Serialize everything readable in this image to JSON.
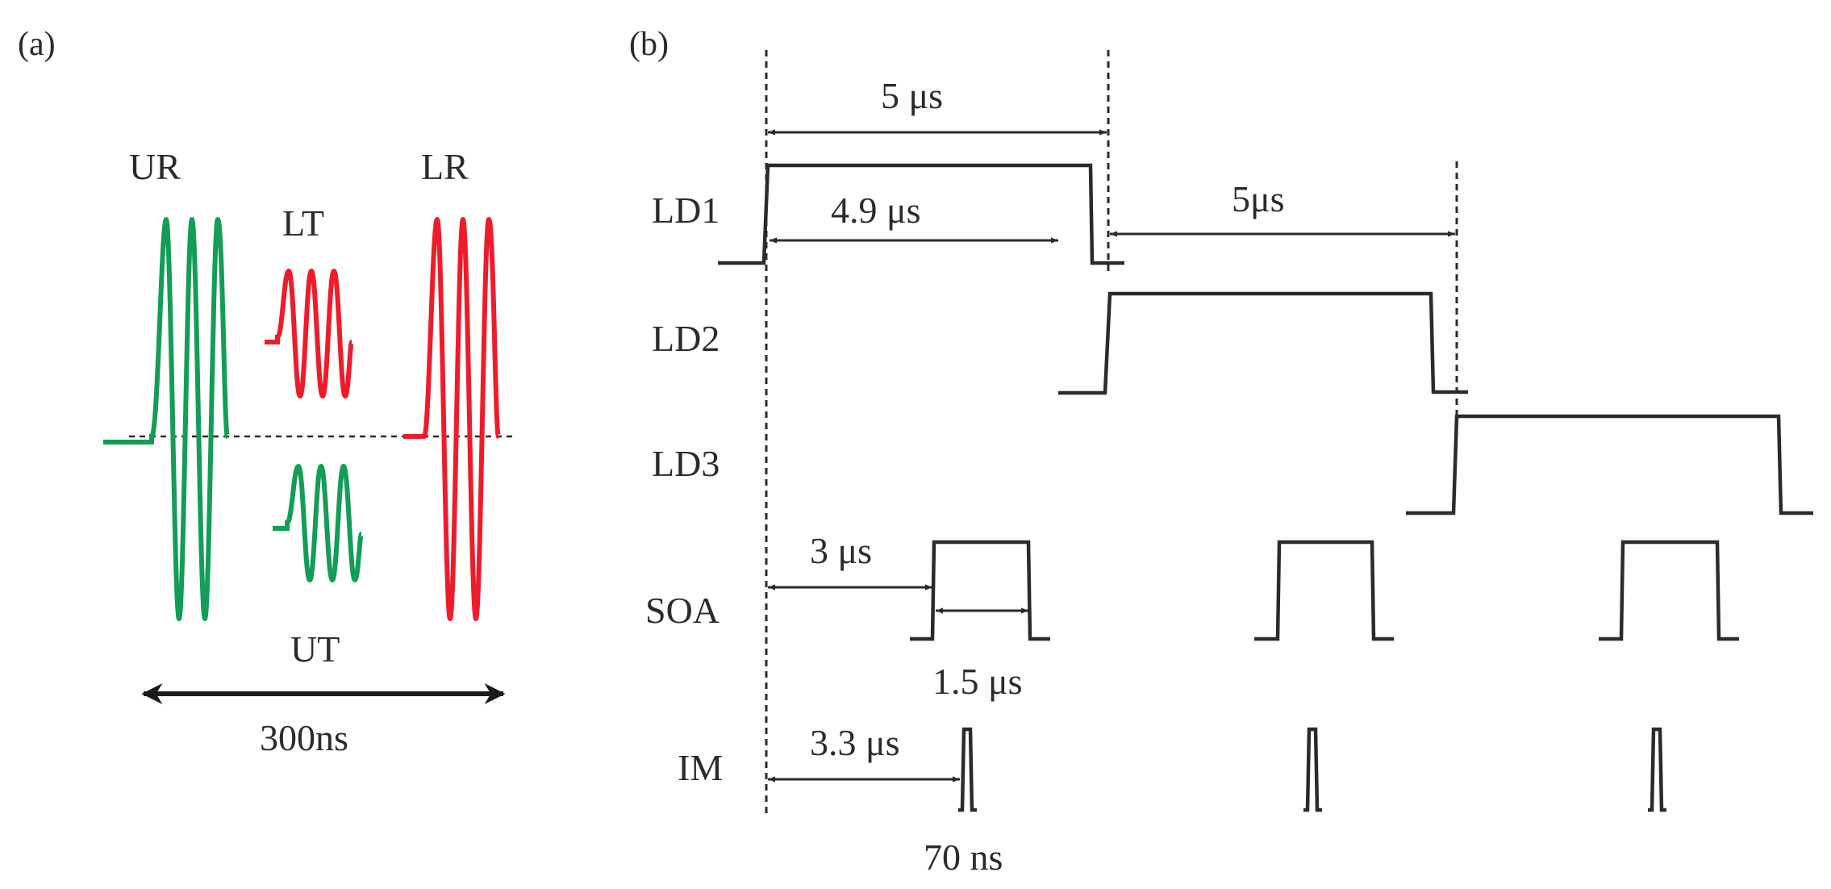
{
  "panel_a": {
    "label": "(a)",
    "pulses": {
      "ur": "UR",
      "lt": "LT",
      "lr": "LR",
      "ut": "UT"
    },
    "duration": "300ns",
    "colors": {
      "upper": "#139d57",
      "lower": "#ee1c2b"
    }
  },
  "panel_b": {
    "label": "(b)",
    "signals": {
      "ld1": "LD1",
      "ld2": "LD2",
      "ld3": "LD3",
      "soa": "SOA",
      "im": "IM"
    },
    "dimensions": {
      "period": "5 μs",
      "ld1_width": "4.9 μs",
      "ld2_delay": "5μs",
      "soa_delay": "3 μs",
      "soa_width": "1.5 μs",
      "im_delay": "3.3 μs",
      "im_width": "70 ns"
    }
  }
}
